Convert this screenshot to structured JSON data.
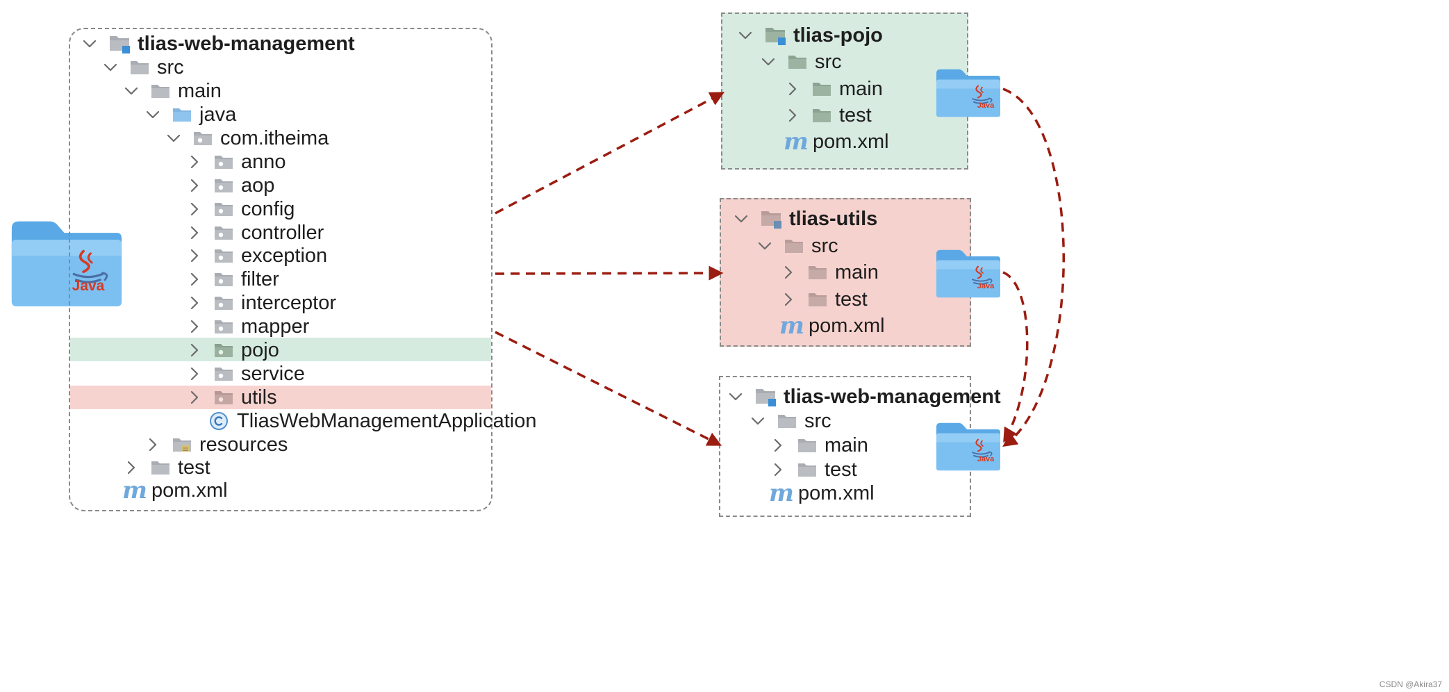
{
  "colors": {
    "pojo_bg": "#d7ebe1",
    "utils_bg": "#f6d2ce",
    "pojo_row": "#d6ebdf",
    "utils_row": "#f7d3cf",
    "arrow": "#9b1c10",
    "folder_blue": "#6fb6ea",
    "java_text": "#d63a22"
  },
  "icons": {
    "expanded": "chevron-down-icon",
    "collapsed": "chevron-right-icon",
    "folder": "folder-icon",
    "package": "package-icon",
    "module": "module-icon",
    "maven": "maven-m-icon",
    "class": "class-c-icon",
    "java_folder": "java-folder-icon"
  },
  "main_tree": {
    "root": "tlias-web-management",
    "src": "src",
    "main": "main",
    "java": "java",
    "package": "com.itheima",
    "subpackages": {
      "anno": "anno",
      "aop": "aop",
      "config": "config",
      "controller": "controller",
      "exception": "exception",
      "filter": "filter",
      "interceptor": "interceptor",
      "mapper": "mapper",
      "pojo": "pojo",
      "service": "service",
      "utils": "utils"
    },
    "app_class": "TliasWebManagementApplication",
    "resources": "resources",
    "test": "test",
    "pom": "pom.xml"
  },
  "java_logo": {
    "text": "Java"
  },
  "pojo_module": {
    "root": "tlias-pojo",
    "src": "src",
    "main": "main",
    "test": "test",
    "pom": "pom.xml"
  },
  "utils_module": {
    "root": "tlias-utils",
    "src": "src",
    "main": "main",
    "test": "test",
    "pom": "pom.xml"
  },
  "web_module": {
    "root": "tlias-web-management",
    "src": "src",
    "main": "main",
    "test": "test",
    "pom": "pom.xml"
  },
  "watermark": "CSDN @Akira37"
}
